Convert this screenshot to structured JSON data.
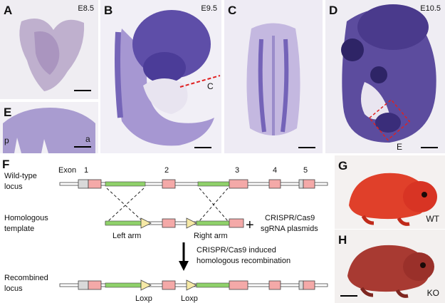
{
  "figure": {
    "panels": {
      "A": {
        "label": "A",
        "stage": "E8.5"
      },
      "B": {
        "label": "B",
        "stage": "E9.5",
        "section_marker": "C"
      },
      "C": {
        "label": "C"
      },
      "D": {
        "label": "D",
        "stage": "E10.5",
        "zoom_marker": "E"
      },
      "E": {
        "label": "E",
        "posterior": "p",
        "anterior": "a"
      },
      "F": {
        "label": "F"
      },
      "G": {
        "label": "G",
        "genotype": "WT"
      },
      "H": {
        "label": "H",
        "genotype": "KO"
      }
    },
    "schematic": {
      "exon_word": "Exon",
      "exon_numbers": [
        "1",
        "2",
        "3",
        "4",
        "5"
      ],
      "rows": {
        "wild_type": [
          "Wild-type",
          "locus"
        ],
        "template": [
          "Homologous",
          "template"
        ],
        "recombined": [
          "Recombined",
          "locus"
        ]
      },
      "left_arm": "Left arm",
      "right_arm": "Right arm",
      "plus": "+",
      "crispr_plasmids": [
        "CRISPR/Cas9",
        "sgRNA plasmids"
      ],
      "crispr_step": [
        "CRISPR/Cas9 induced",
        "homologous recombination"
      ],
      "loxp": [
        "Loxp",
        "Loxp"
      ],
      "colors": {
        "exon": "#f4a9a8",
        "utr": "#d9d9d9",
        "arm": "#8fd16a",
        "loxp": "#f6e9a6",
        "stain": "#5a4aa8"
      }
    }
  }
}
